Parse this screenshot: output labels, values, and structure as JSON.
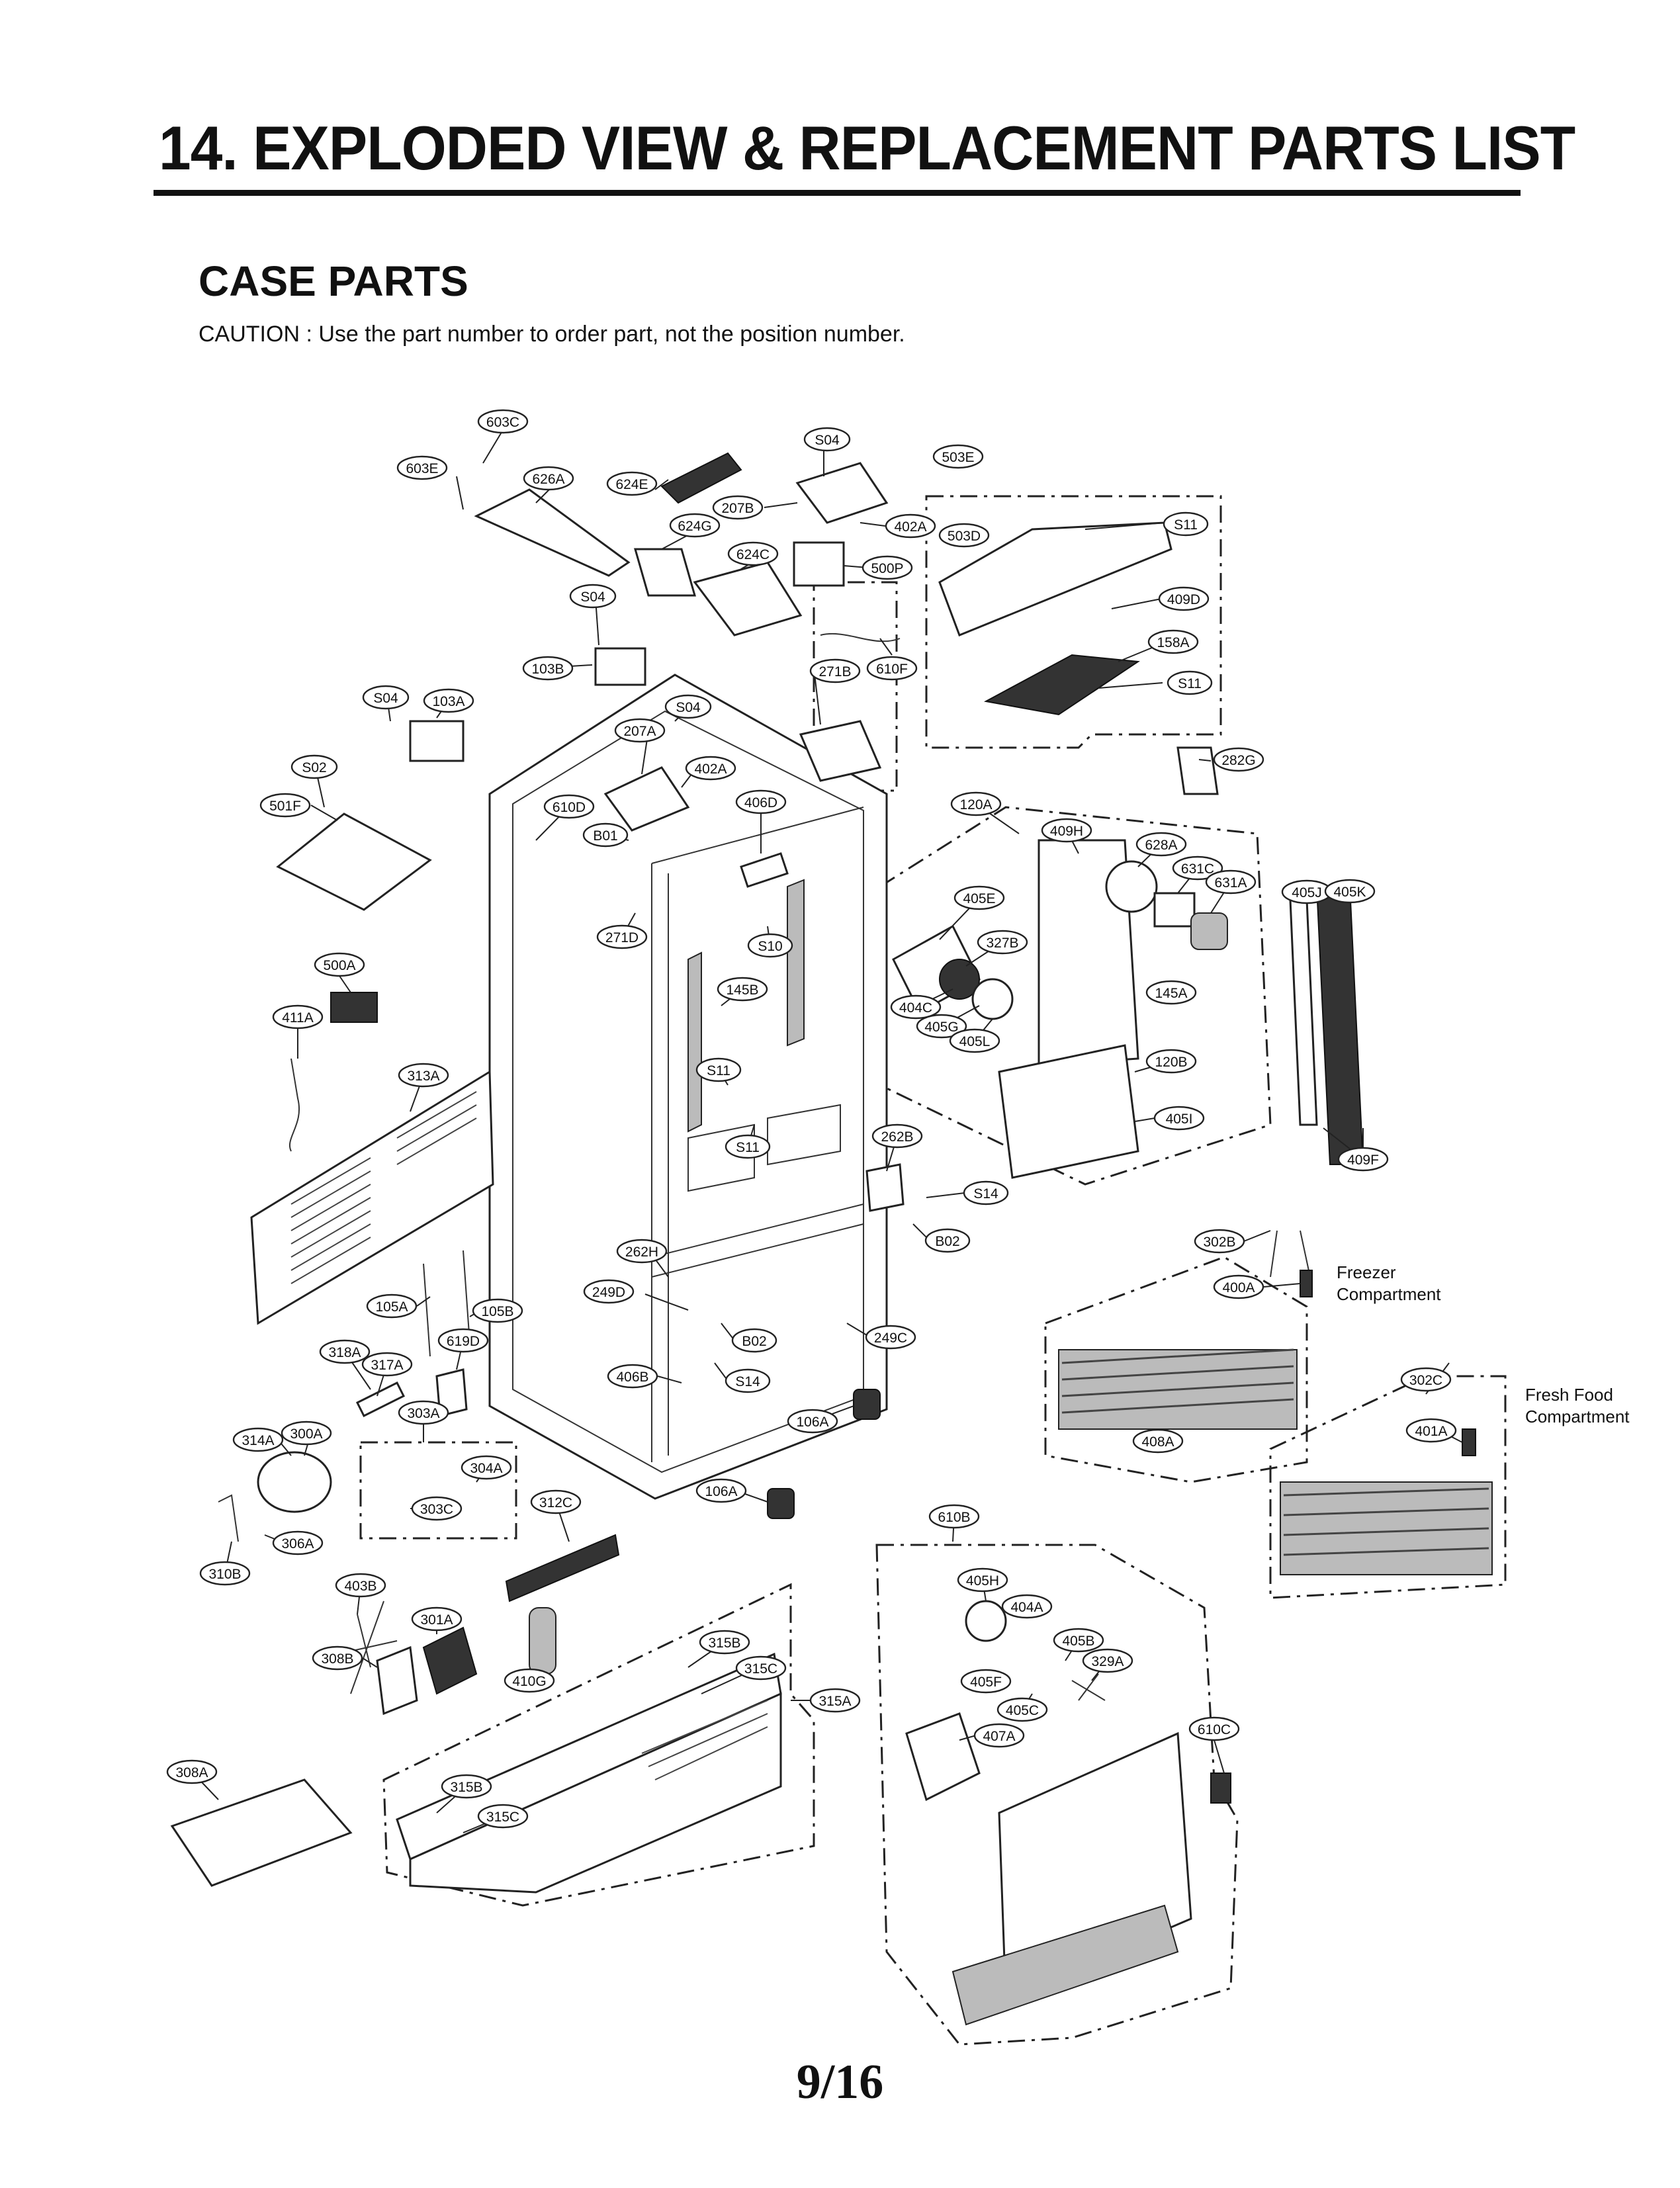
{
  "header": {
    "title": "14. EXPLODED VIEW & REPLACEMENT PARTS LIST",
    "section": "CASE PARTS",
    "caution": "CAUTION : Use the part number to order part, not the position number."
  },
  "diagram": {
    "compartments": {
      "freezer_1": "Freezer",
      "freezer_2": "Compartment",
      "fresh_1": "Fresh Food",
      "fresh_2": "Compartment"
    },
    "callouts": [
      "603C",
      "603E",
      "626A",
      "624E",
      "S04",
      "207B",
      "402A",
      "503E",
      "S11",
      "503D",
      "624G",
      "624C",
      "500P",
      "409D",
      "S04",
      "103B",
      "610F",
      "271B",
      "158A",
      "S04",
      "103A",
      "S04",
      "207A",
      "402A",
      "S11",
      "S02",
      "501F",
      "610D",
      "B01",
      "406D",
      "120A",
      "282G",
      "409H",
      "628A",
      "631C",
      "631A",
      "405J",
      "405K",
      "405E",
      "327B",
      "271D",
      "S10",
      "145B",
      "404C",
      "405G",
      "405L",
      "145A",
      "500A",
      "411A",
      "S11",
      "120B",
      "313A",
      "S11",
      "405I",
      "409F",
      "262B",
      "S14",
      "B02",
      "302B",
      "400A",
      "262H",
      "249D",
      "105A",
      "105B",
      "619D",
      "B02",
      "249C",
      "318A",
      "317A",
      "406B",
      "S14",
      "302C",
      "401A",
      "303A",
      "106A",
      "408A",
      "314A",
      "300A",
      "304A",
      "303C",
      "312C",
      "106A",
      "610B",
      "306A",
      "310B",
      "403B",
      "405H",
      "404A",
      "301A",
      "405B",
      "308B",
      "315B",
      "315C",
      "329A",
      "405F",
      "405C",
      "410G",
      "315A",
      "407A",
      "610C",
      "308A",
      "315B",
      "315C"
    ]
  },
  "page": {
    "number": "9/16"
  }
}
